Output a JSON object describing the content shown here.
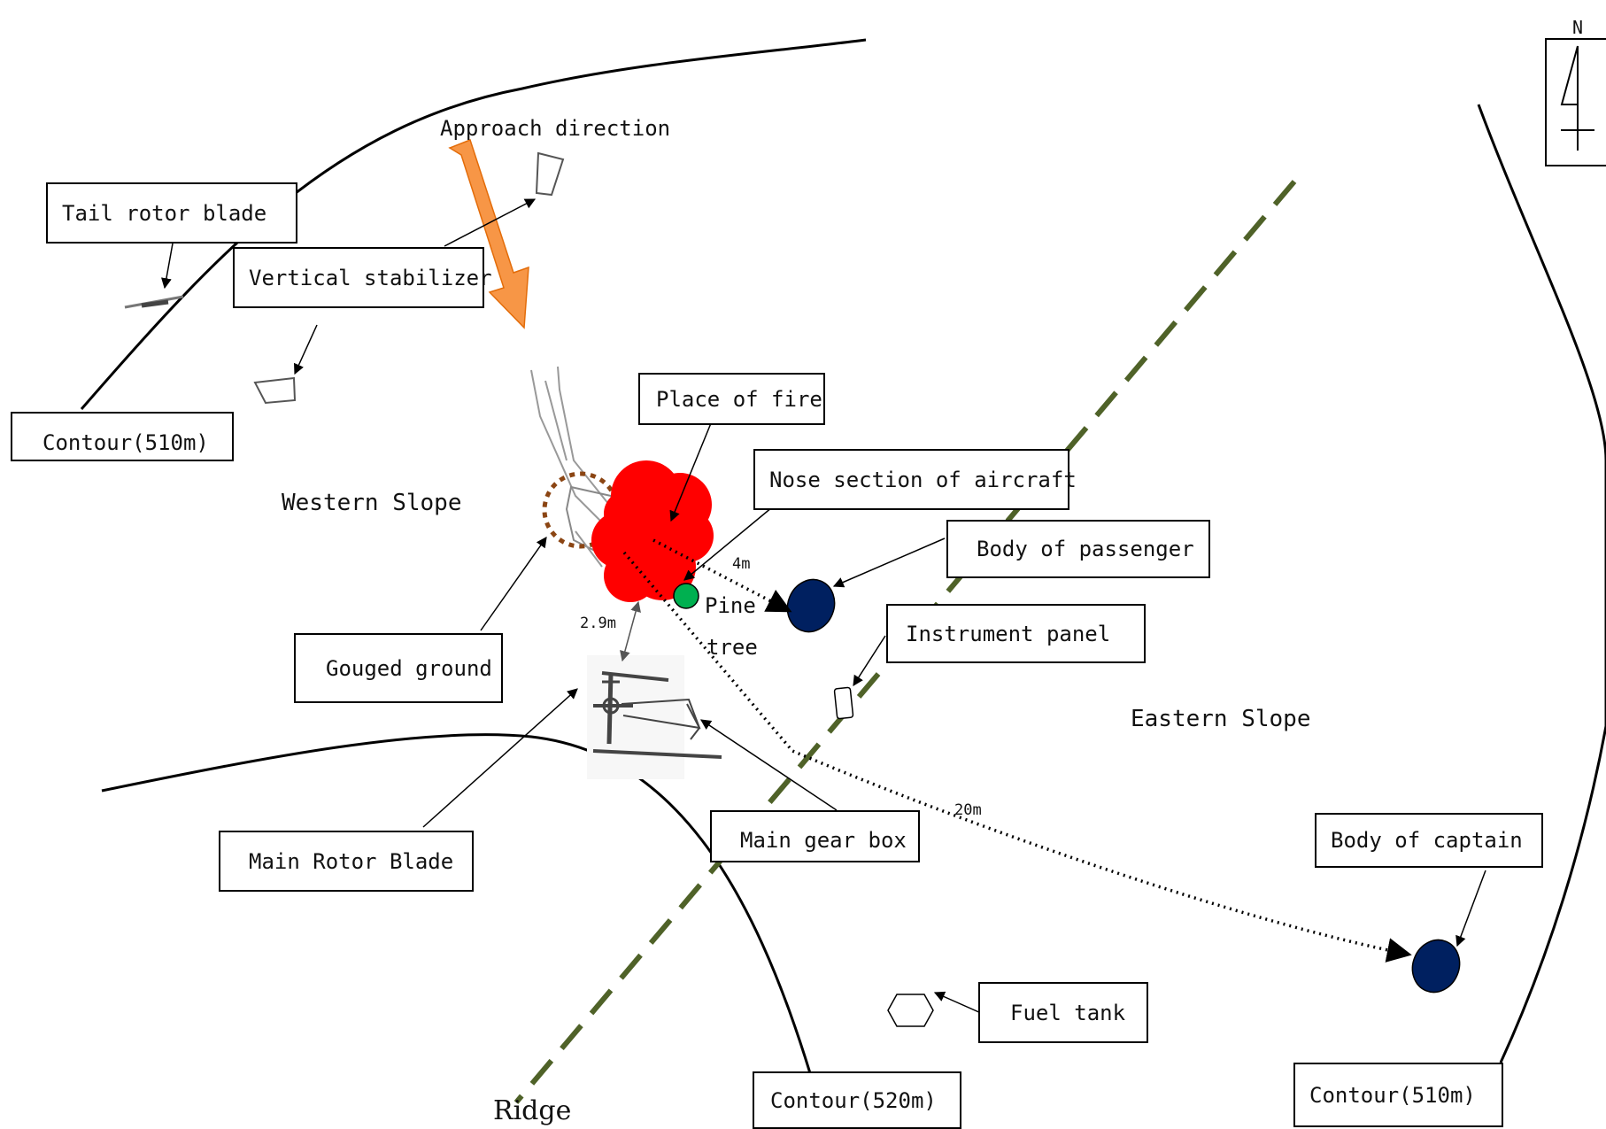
{
  "labels": {
    "approach_direction": "Approach direction",
    "tail_rotor_blade": "Tail rotor blade",
    "vertical_stabilizer": "Vertical stabilizer",
    "contour_510_west": "Contour(510m)",
    "western_slope": "Western Slope",
    "place_of_fire": "Place of fire",
    "nose_section": "Nose section of aircraft",
    "body_of_passenger": "Body of passenger",
    "distance_4m": "4m",
    "pine": "Pine",
    "tree": "tree",
    "distance_2_9m": "2.9m",
    "instrument_panel": "Instrument panel",
    "gouged_ground": "Gouged ground",
    "eastern_slope": "Eastern Slope",
    "distance_20m": "20m",
    "main_rotor_blade": "Main Rotor Blade",
    "main_gear_box": "Main gear box",
    "body_of_captain": "Body of captain",
    "fuel_tank": "Fuel tank",
    "contour_520": "Contour(520m)",
    "contour_510_east": "Contour(510m)",
    "ridge": "Ridge",
    "north": "N"
  },
  "colors": {
    "approach_arrow": "#f79646",
    "fire": "#ff0000",
    "ridge_line": "#4f6228",
    "gouge_circle": "#8b4513",
    "bodies": "#002060",
    "pine_tree": "#00b050"
  }
}
